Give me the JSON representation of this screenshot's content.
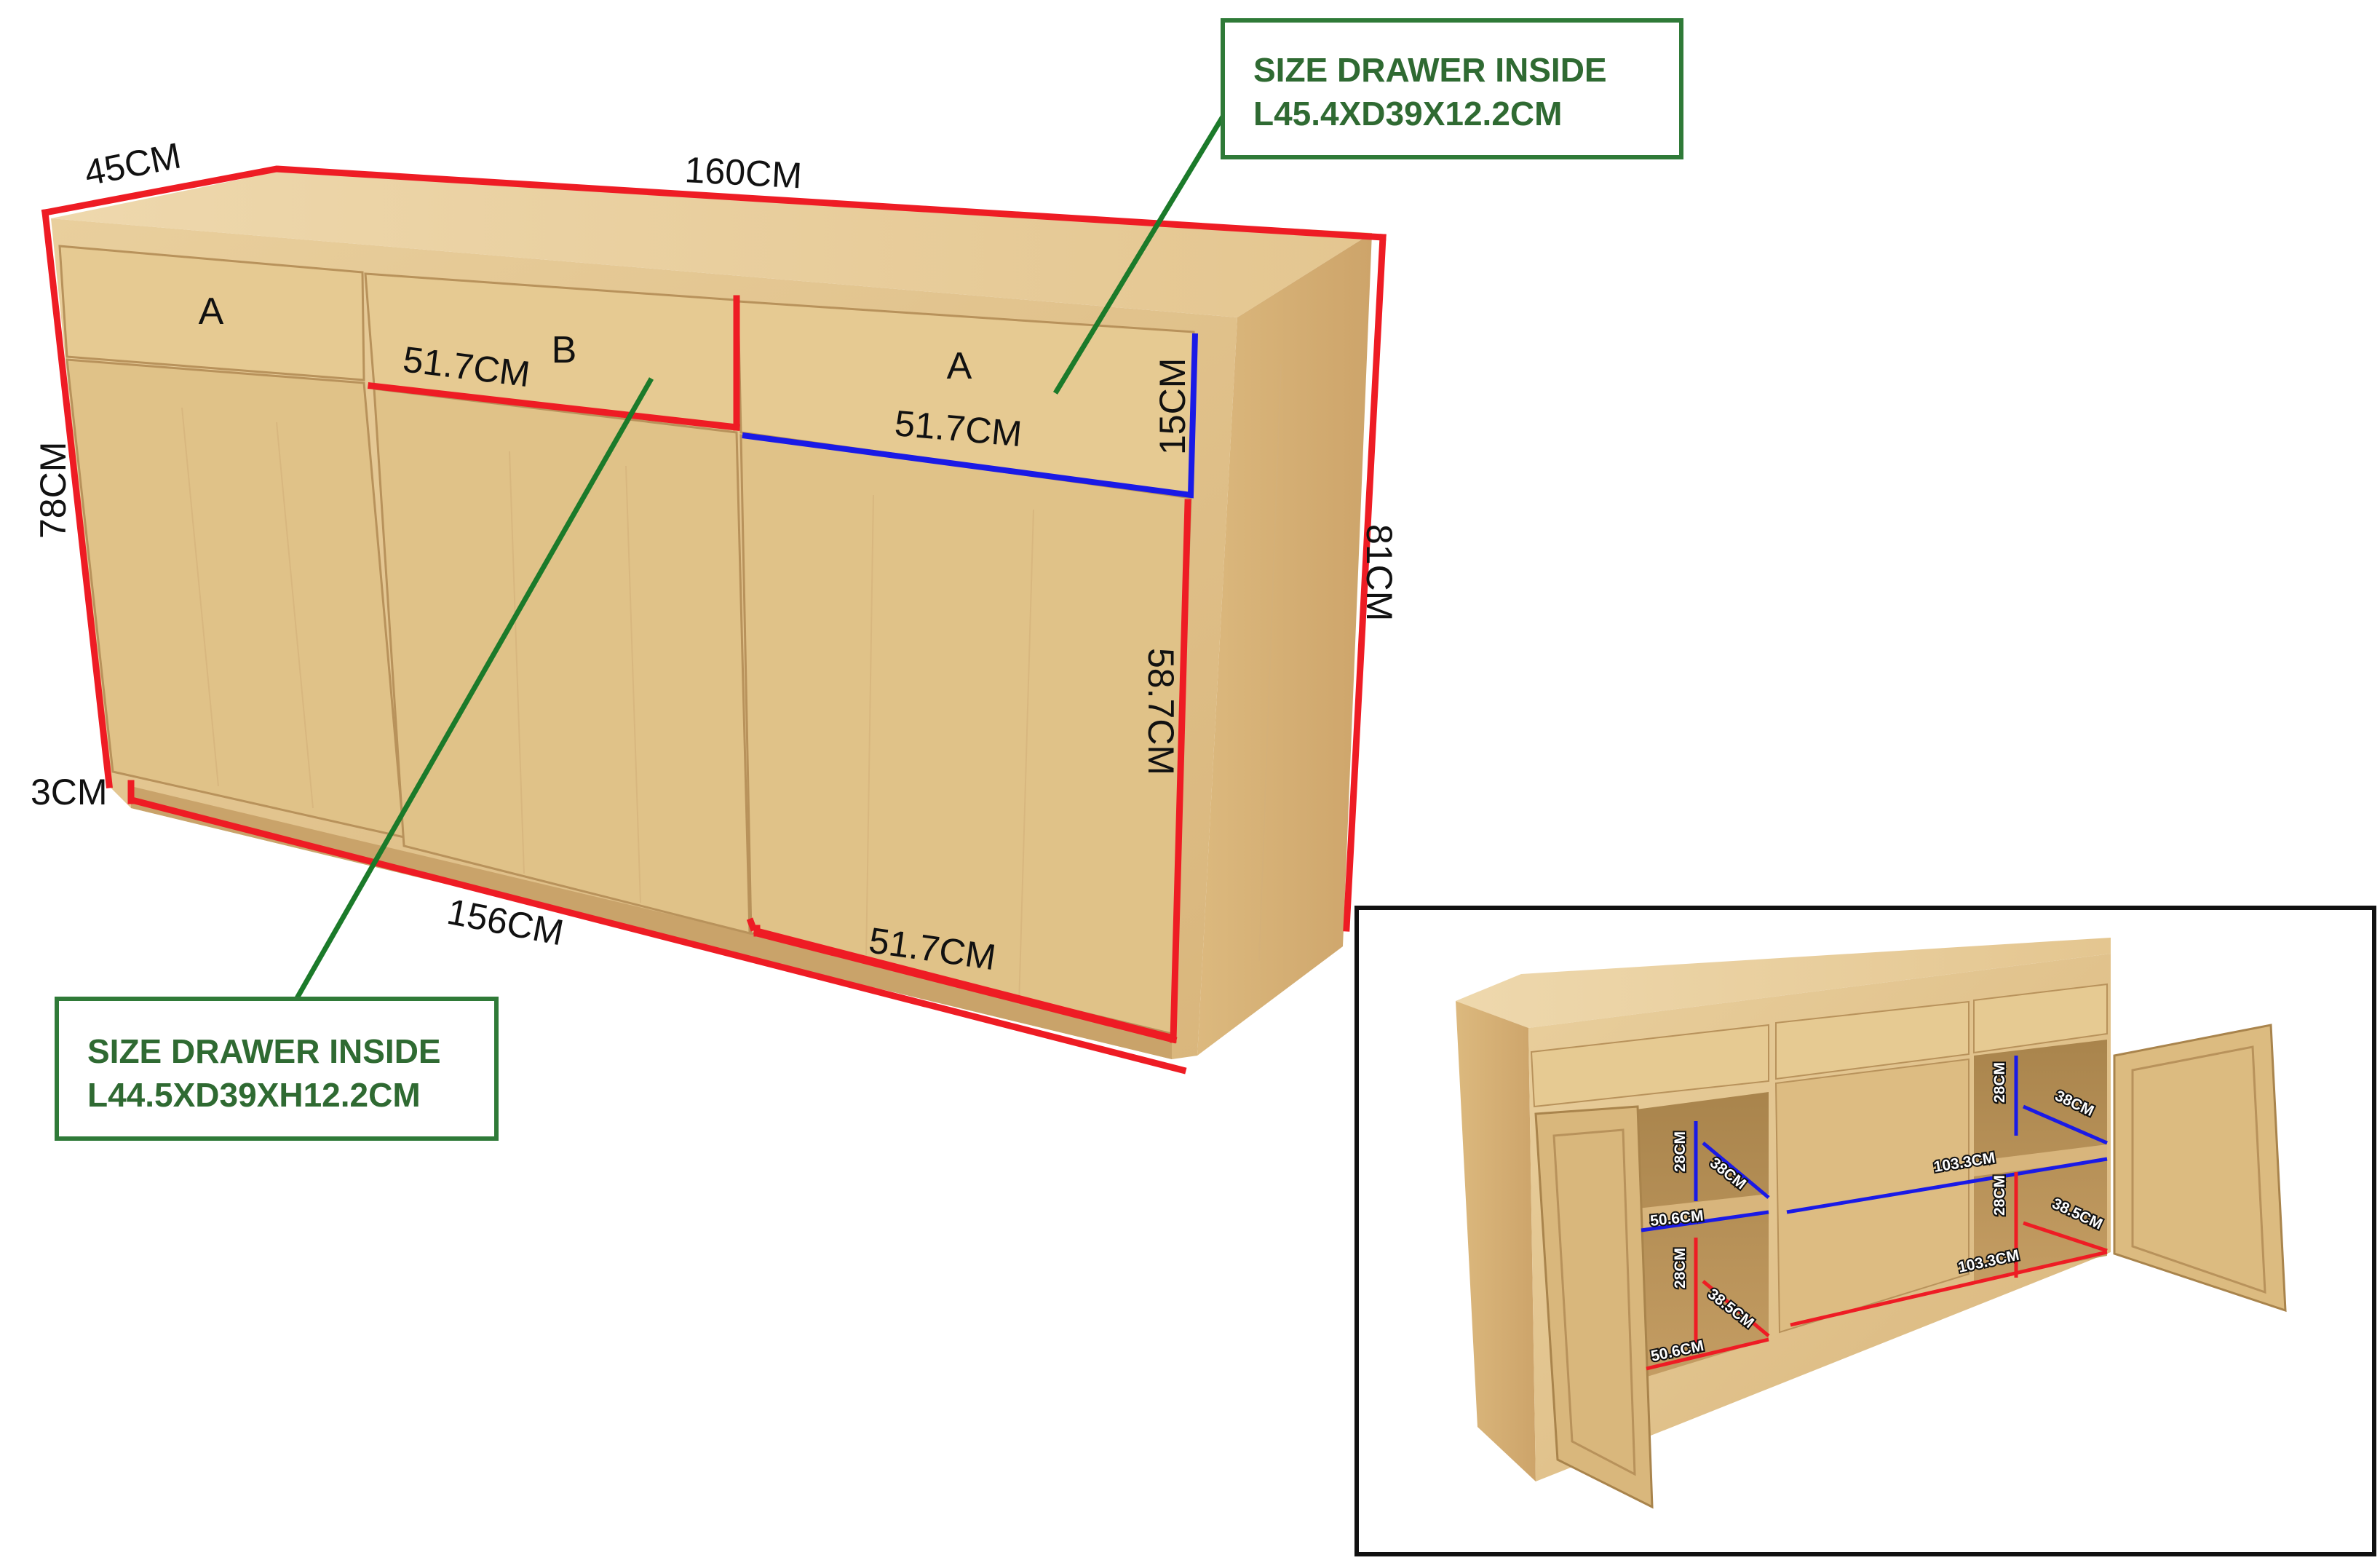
{
  "dimensions": {
    "depth": "45CM",
    "width": "160CM",
    "base_width": "156CM",
    "height_body": "78CM",
    "height_total": "81CM",
    "plinth": "3CM",
    "drawer_height": "15CM",
    "door_height": "58.7CM",
    "drawer_width_b": "51.7CM",
    "drawer_width_a": "51.7CM",
    "door_width": "51.7CM"
  },
  "drawers": {
    "left": "A",
    "middle": "B",
    "right": "A"
  },
  "notes": {
    "top_line1": "SIZE DRAWER INSIDE",
    "top_line2": "L45.4XD39X12.2CM",
    "bottom_line1": "SIZE DRAWER INSIDE",
    "bottom_line2": "L44.5XD39XH12.2CM"
  },
  "inset": {
    "left_upper_height": "28CM",
    "left_upper_depth": "38CM",
    "left_upper_width": "50.6CM",
    "left_lower_height": "28CM",
    "left_lower_depth": "38.5CM",
    "left_lower_width": "50.6CM",
    "shelf_span_upper": "103.3CM",
    "shelf_span_lower": "103.3CM",
    "right_upper_height": "28CM",
    "right_upper_depth": "38CM",
    "right_lower_height": "28CM",
    "right_lower_depth": "38.5CM"
  },
  "colors": {
    "wood": "#e2c48e",
    "wood_dark": "#c9a36a",
    "wood_light": "#ecd3a3",
    "dimension_red": "#ee1c24",
    "dimension_blue": "#1a1ae6",
    "leader_green": "#1b7a2a",
    "note_text": "#2f6a32"
  }
}
